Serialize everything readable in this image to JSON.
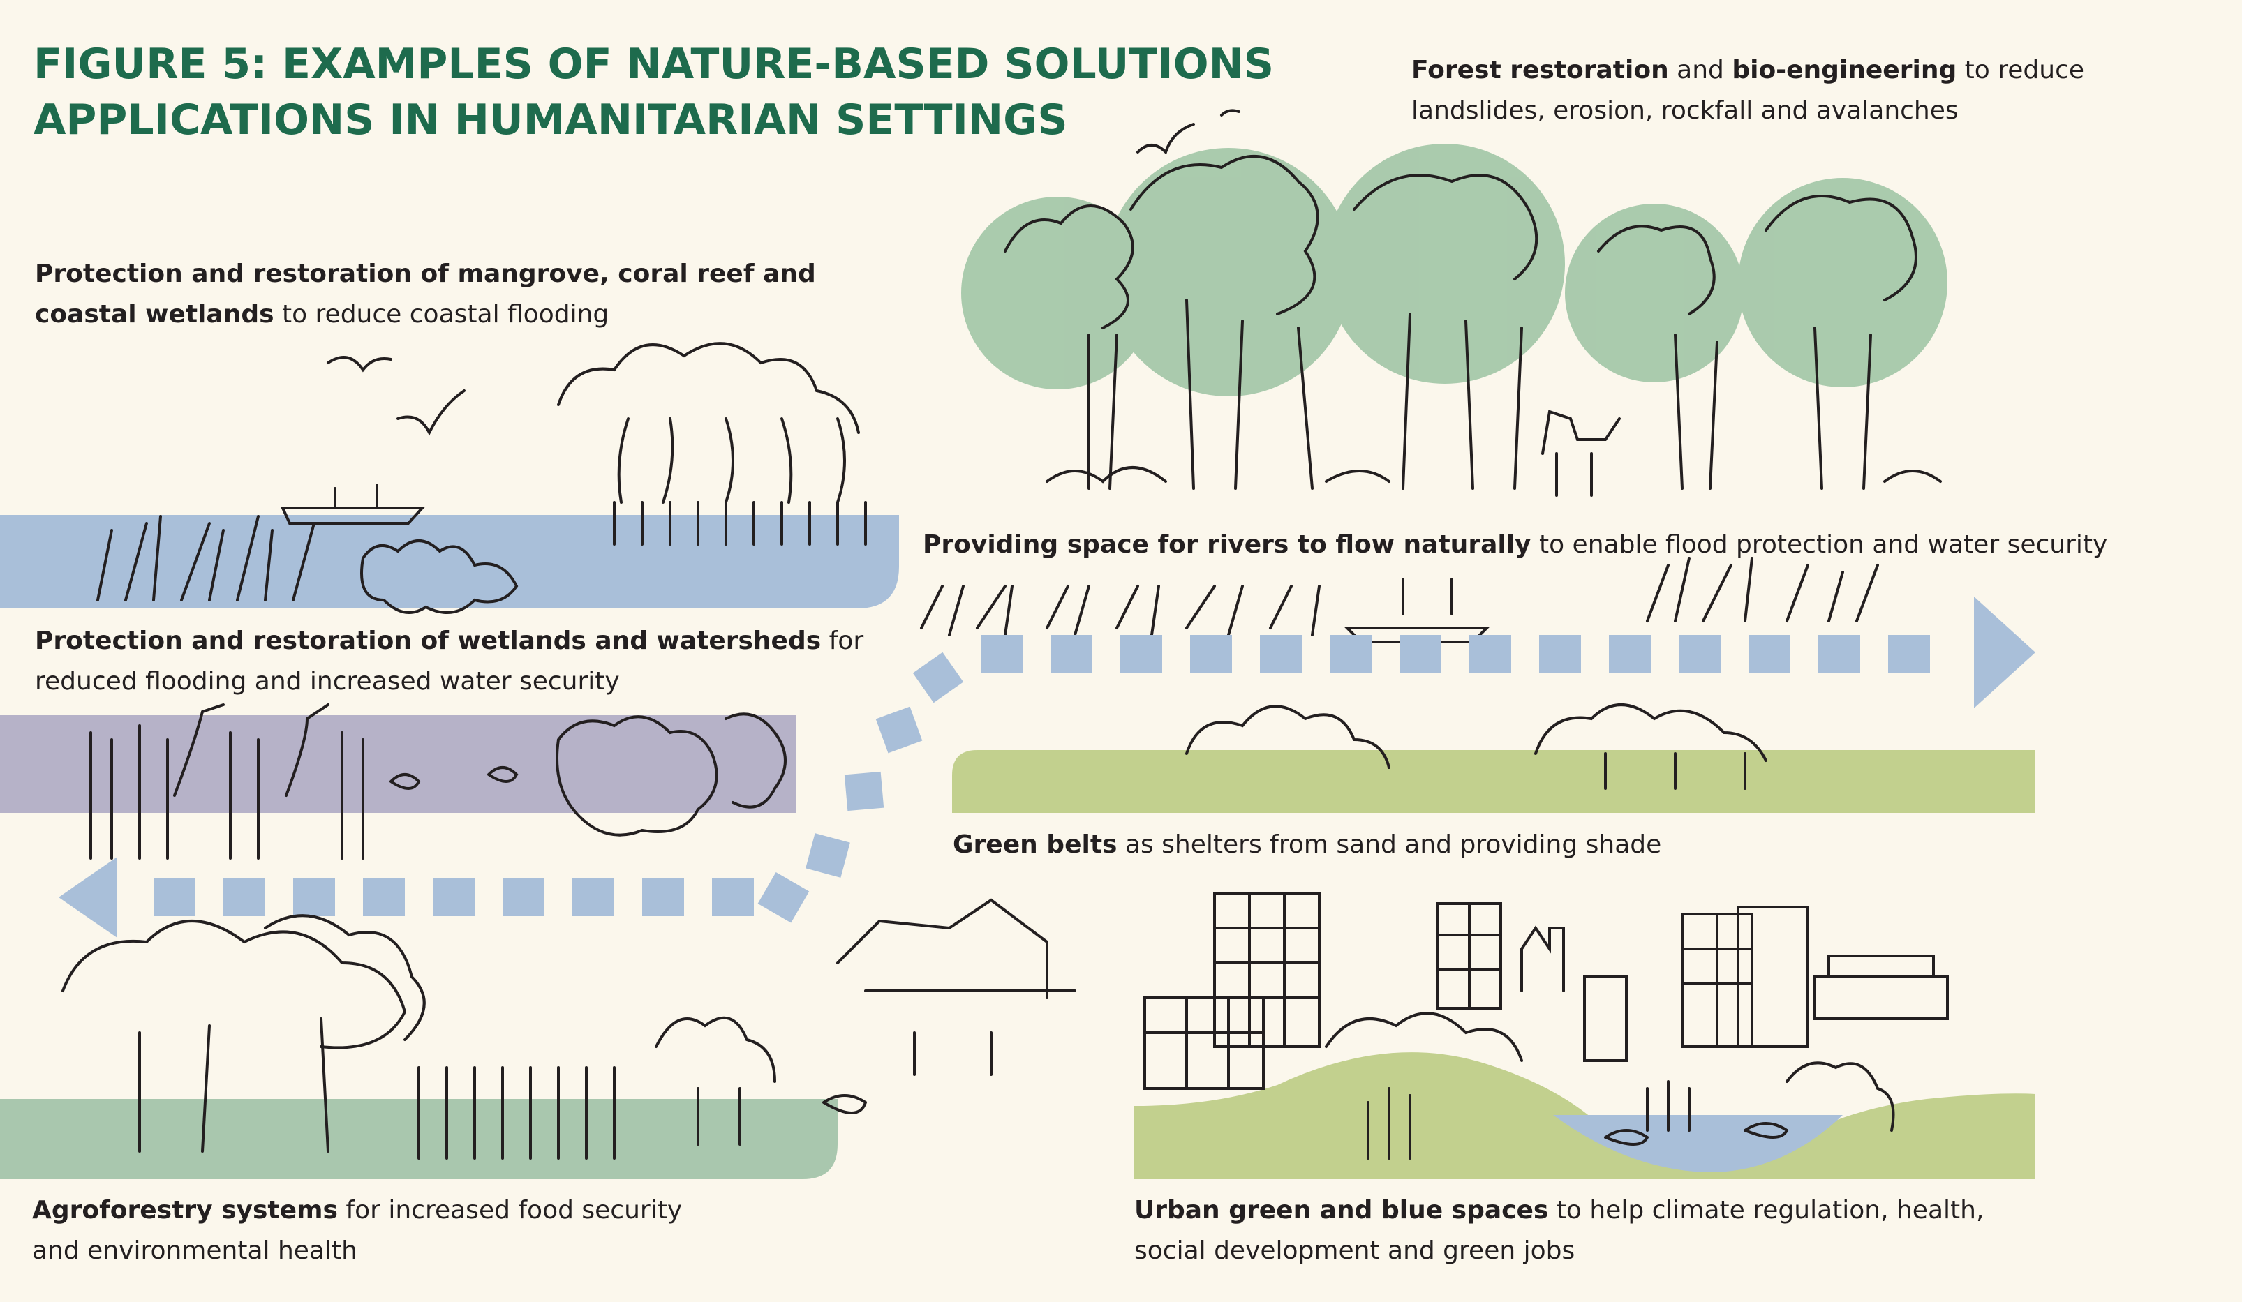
{
  "title": {
    "line1": "FIGURE 5: EXAMPLES OF NATURE-BASED SOLUTIONS",
    "line2": "APPLICATIONS IN HUMANITARIAN SETTINGS"
  },
  "captions": {
    "forest": {
      "b1": "Forest restoration",
      "t1": " and ",
      "b2": "bio-engineering",
      "t2": " to reduce",
      "line2": "landslides, erosion, rockfall and avalanches"
    },
    "mangrove": {
      "b1": "Protection and restoration of mangrove, coral reef and",
      "b2": "coastal wetlands",
      "t2": " to reduce coastal flooding"
    },
    "rivers": {
      "b1": "Providing space for rivers to flow naturally",
      "t1": " to enable flood protection and water security"
    },
    "wetlands": {
      "b1": "Protection and restoration of wetlands and watersheds",
      "t1": " for",
      "line2": "reduced flooding and increased water security"
    },
    "greenbelts": {
      "b1": "Green belts",
      "t1": " as shelters from sand and providing shade"
    },
    "agroforestry": {
      "b1": "Agroforestry systems",
      "t1": " for increased food security",
      "line2": "and environmental health"
    },
    "urban": {
      "b1": "Urban green and blue spaces",
      "t1": " to help climate regulation, health,",
      "line2": "social development and green jobs"
    }
  },
  "colors": {
    "title": "#1e6b4d",
    "background": "#fbf7ec",
    "water_band": "#a9bfd9",
    "wetland_band": "#aeaac4",
    "green_band": "#c2d08e",
    "agro_band": "#a9c7ae",
    "tree_canopy": "#8fbc98",
    "flow_dash": "#a9bfd9",
    "ink": "#231f20"
  }
}
